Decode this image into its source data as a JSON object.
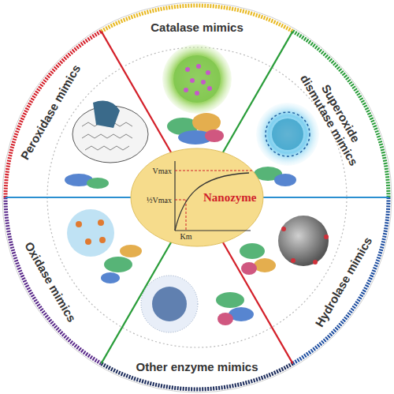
{
  "diagram": {
    "nodes": [
      {
        "text": [
          "Catalase mimics"
        ]
      },
      {
        "text": [
          "Superoxide dismutase mimics"
        ]
      },
      {
        "text": [
          "Hydrolase mimics"
        ]
      },
      {
        "text": [
          "Other enzyme mimics"
        ]
      },
      {
        "text": [
          "Oxidase mimics"
        ]
      },
      {
        "text": [
          "Peroxidase mimics"
        ]
      },
      {
        "text": [
          "Nanozyme"
        ]
      }
    ],
    "labels": [
      "Vmax",
      "½Vmax",
      "Km"
    ]
  }
}
